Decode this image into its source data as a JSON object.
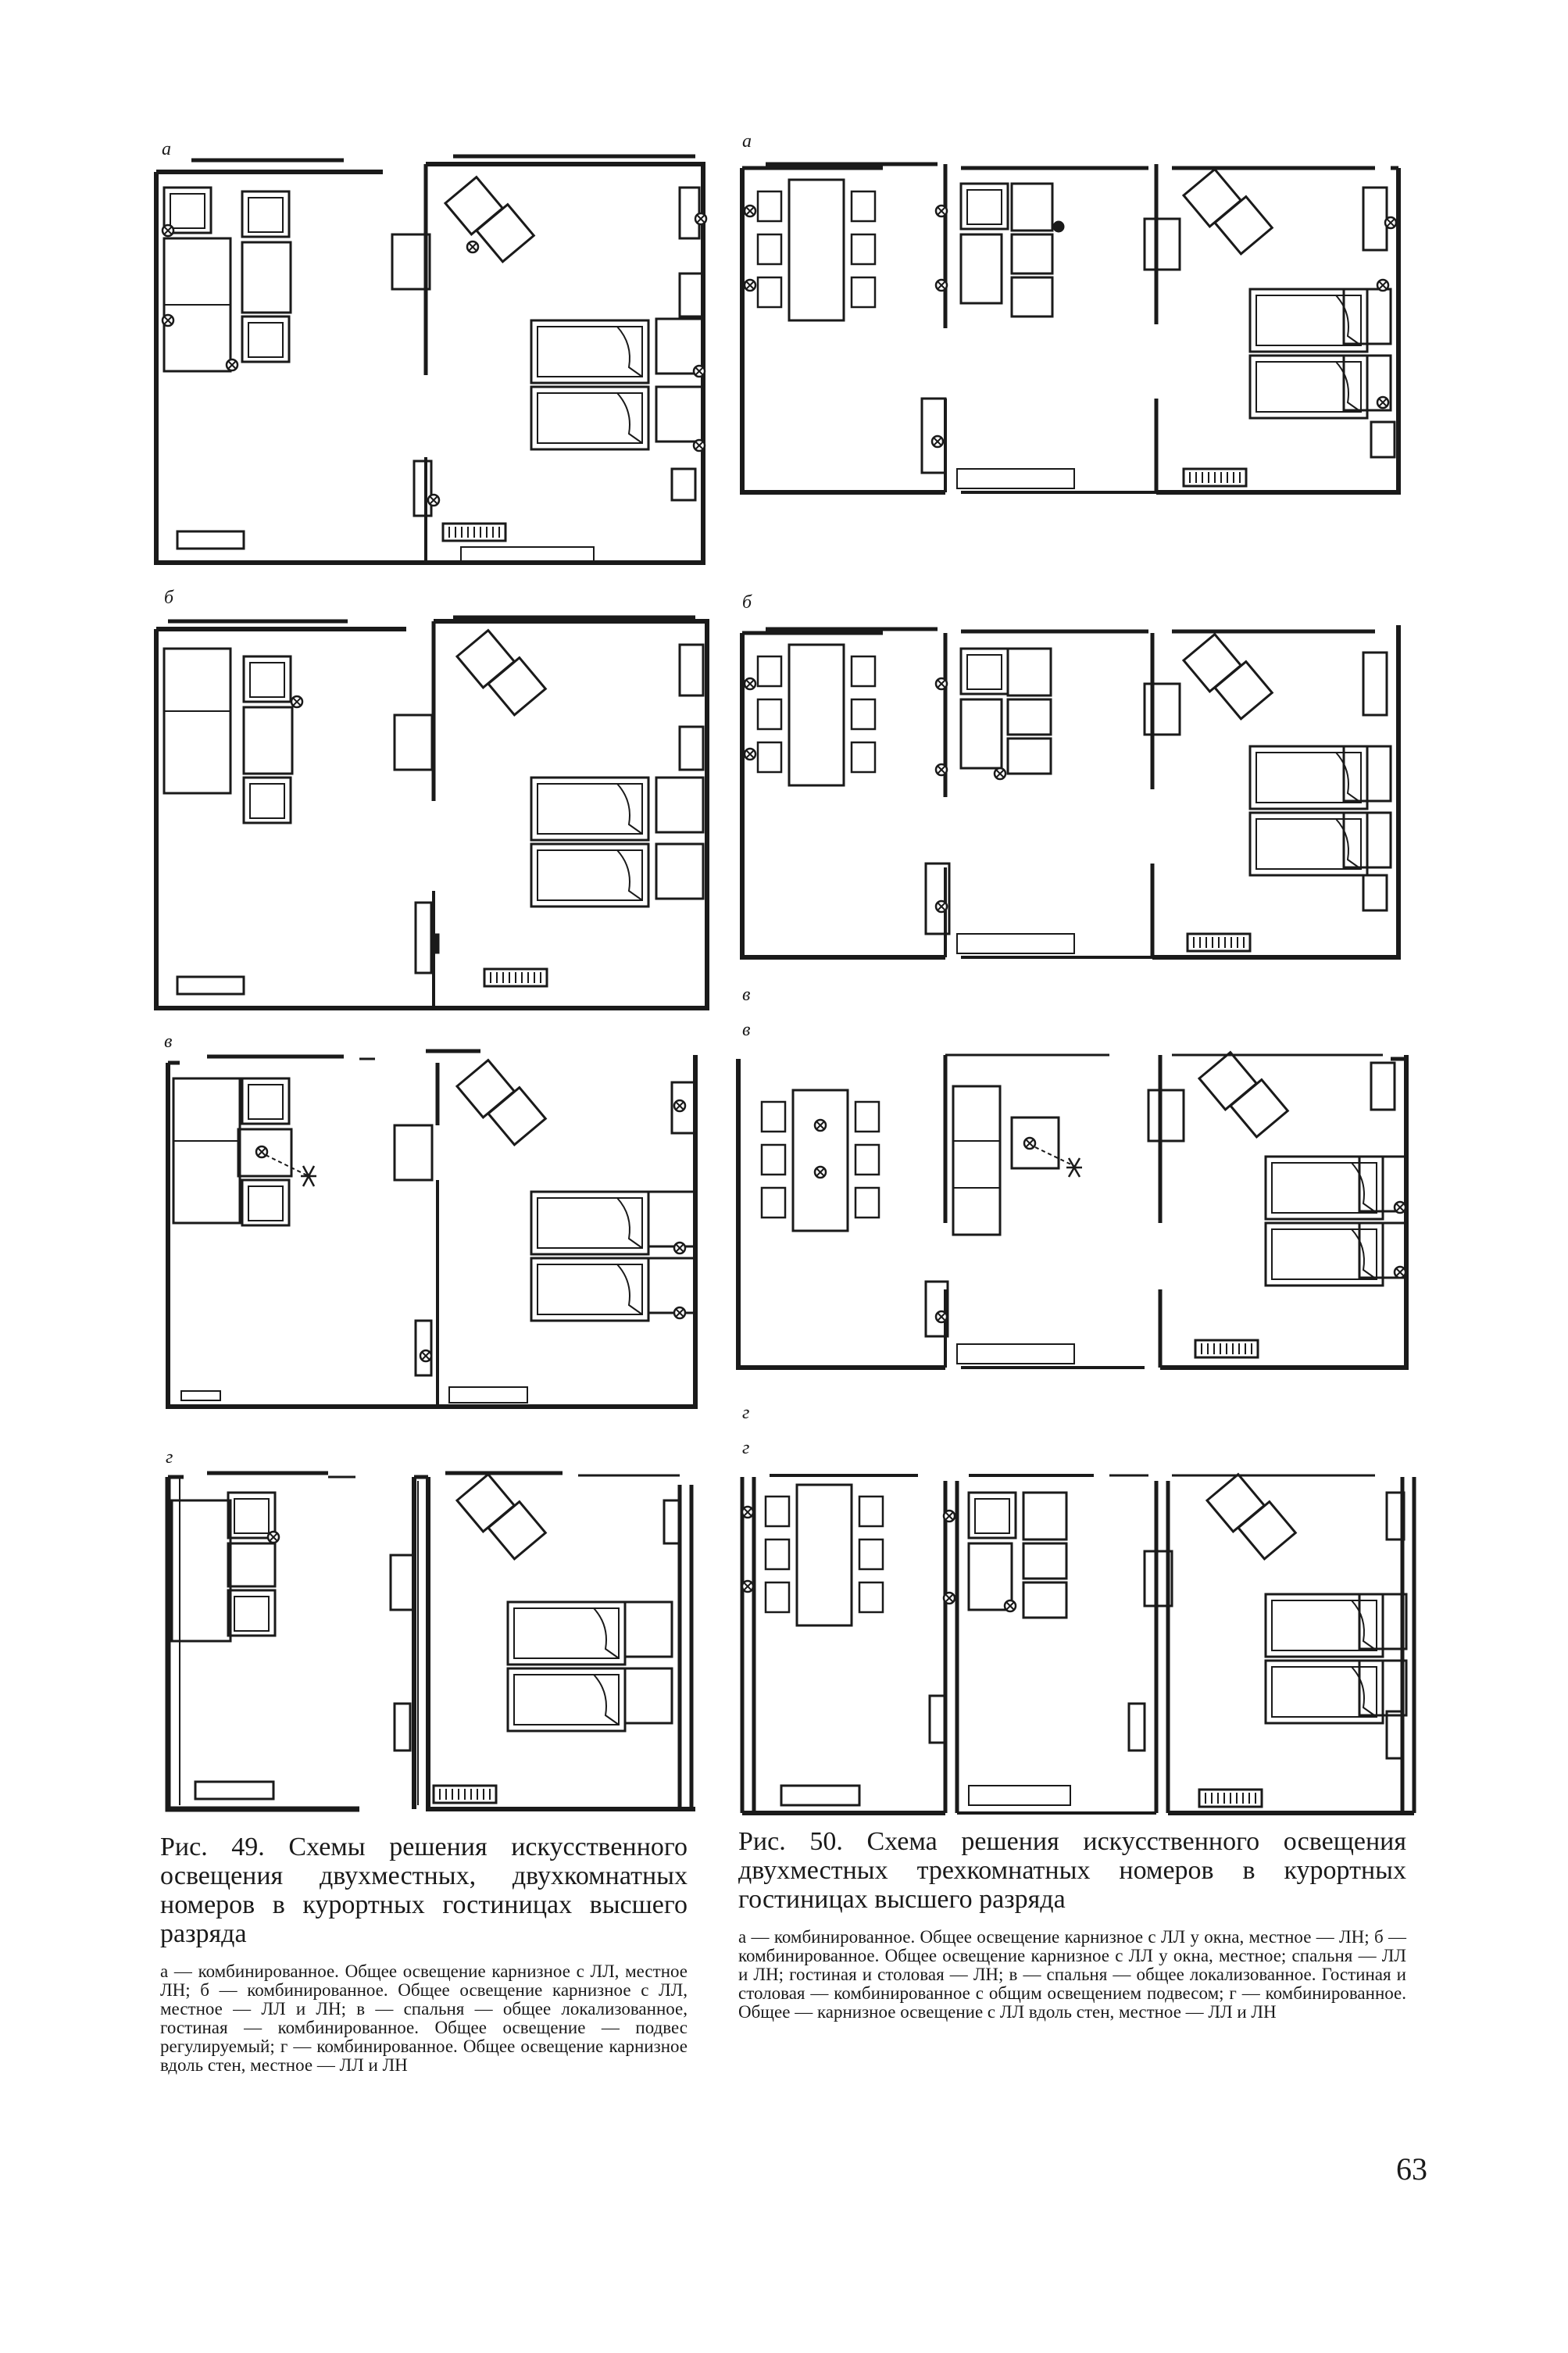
{
  "labels": {
    "l_a": "а",
    "l_b": "б",
    "l_v": "в",
    "l_g": "г",
    "r_a": "а",
    "r_b": "б",
    "r_v": "в",
    "r_v2": "в",
    "r_g": "г",
    "r_g2": "г"
  },
  "fig49": {
    "title": "Рис. 49. Схемы решения искусственного освещения двухместных, двухкомнатных номеров в курортных гостиницах высшего разряда",
    "desc": "а — комбинированное. Общее освещение карнизное с ЛЛ, местное ЛН; б — комбинированное. Общее освещение карнизное с ЛЛ, местное — ЛЛ и ЛН; в — спальня — общее локализованное, гостиная — комбинированное. Общее освещение — подвес регулируемый; г — комбинированное. Общее освещение карнизное вдоль стен, местное — ЛЛ и ЛН"
  },
  "fig50": {
    "title": "Рис. 50. Схема решения искусственного освещения двухместных трехкомнатных номеров в курортных гостиницах высшего разряда",
    "desc": "а — комбинированное. Общее освещение карнизное с ЛЛ у окна, местное — ЛН; б — комбинированное. Общее освещение карнизное с ЛЛ у окна, местное; спальня — ЛЛ и ЛН; гостиная и столовая — ЛН; в — спальня — общее локализованное. Гостиная и столовая — комбинированное с общим освещением подвесом; г — комбинированное. Общее — карнизное освещение с ЛЛ вдоль стен, местное — ЛЛ и ЛН"
  },
  "page_number": "63"
}
